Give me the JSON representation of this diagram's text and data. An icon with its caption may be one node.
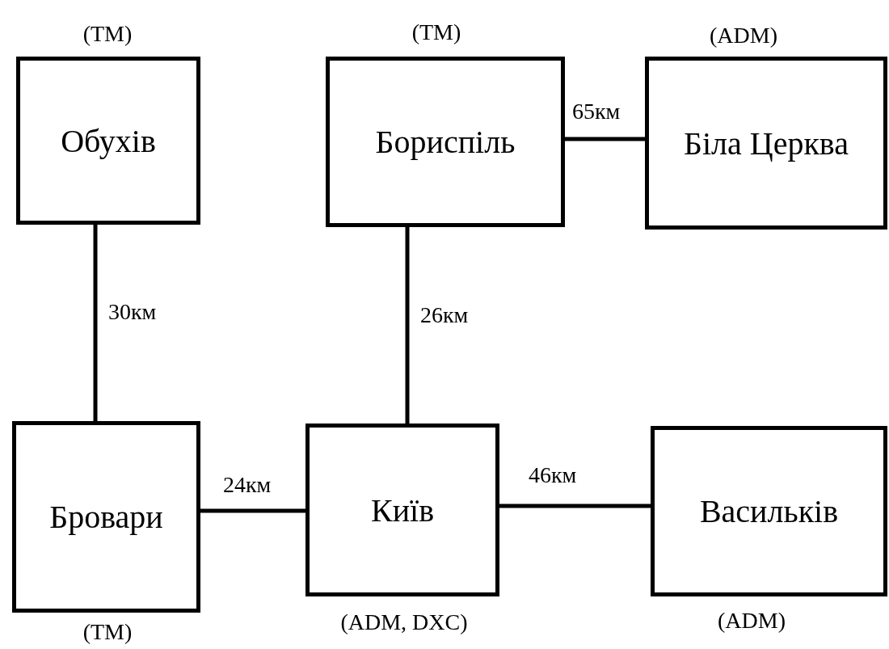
{
  "diagram": {
    "nodes": [
      {
        "text": [
          "Обухів"
        ],
        "beside": [
          "(TM)"
        ]
      },
      {
        "text": [
          "Бориспіль"
        ],
        "beside": [
          "(TM)"
        ]
      },
      {
        "text": [
          "Біла Церква"
        ],
        "beside": [
          "(ADM)"
        ]
      },
      {
        "text": [
          "Бровари"
        ],
        "beside": [
          "(TM)"
        ]
      },
      {
        "text": [
          "Київ"
        ],
        "beside": [
          "(ADM, DXC)"
        ]
      },
      {
        "text": [
          "Васильків"
        ],
        "beside": [
          "(ADM)"
        ]
      }
    ],
    "edges": [
      {
        "from": 0,
        "to": 3,
        "arrow": "none",
        "label": "30км"
      },
      {
        "from": 1,
        "to": 2,
        "arrow": "none",
        "label": "65км"
      },
      {
        "from": 1,
        "to": 4,
        "arrow": "none",
        "label": "26км"
      },
      {
        "from": 3,
        "to": 4,
        "arrow": "none",
        "label": "24км"
      },
      {
        "from": 4,
        "to": 5,
        "arrow": "none",
        "label": "46км"
      }
    ]
  }
}
